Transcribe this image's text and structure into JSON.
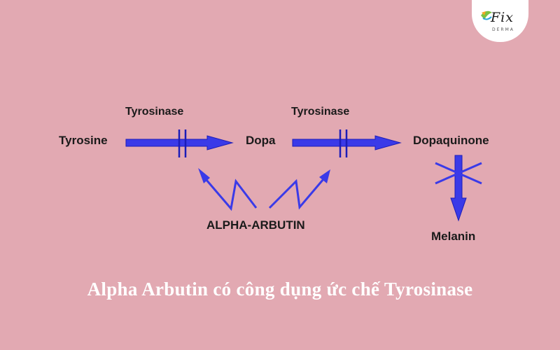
{
  "brand": {
    "name": "Fix",
    "sub": "DERMA",
    "icon": "leaf-logo-icon"
  },
  "diagram": {
    "nodes": {
      "tyrosine": "Tyrosine",
      "dopa": "Dopa",
      "dopaquinone": "Dopaquinone",
      "melanin": "Melanin",
      "inhibitor": "ALPHA-ARBUTIN"
    },
    "enzymes": {
      "first": "Tyrosinase",
      "second": "Tyrosinase"
    },
    "colors": {
      "arrow_fill": "#3a3ae8",
      "arrow_stroke": "#1c1cb8",
      "text": "#1a1a1a",
      "background": "#e2a9b2"
    }
  },
  "caption": "Alpha Arbutin có công dụng ức chế Tyrosinase"
}
